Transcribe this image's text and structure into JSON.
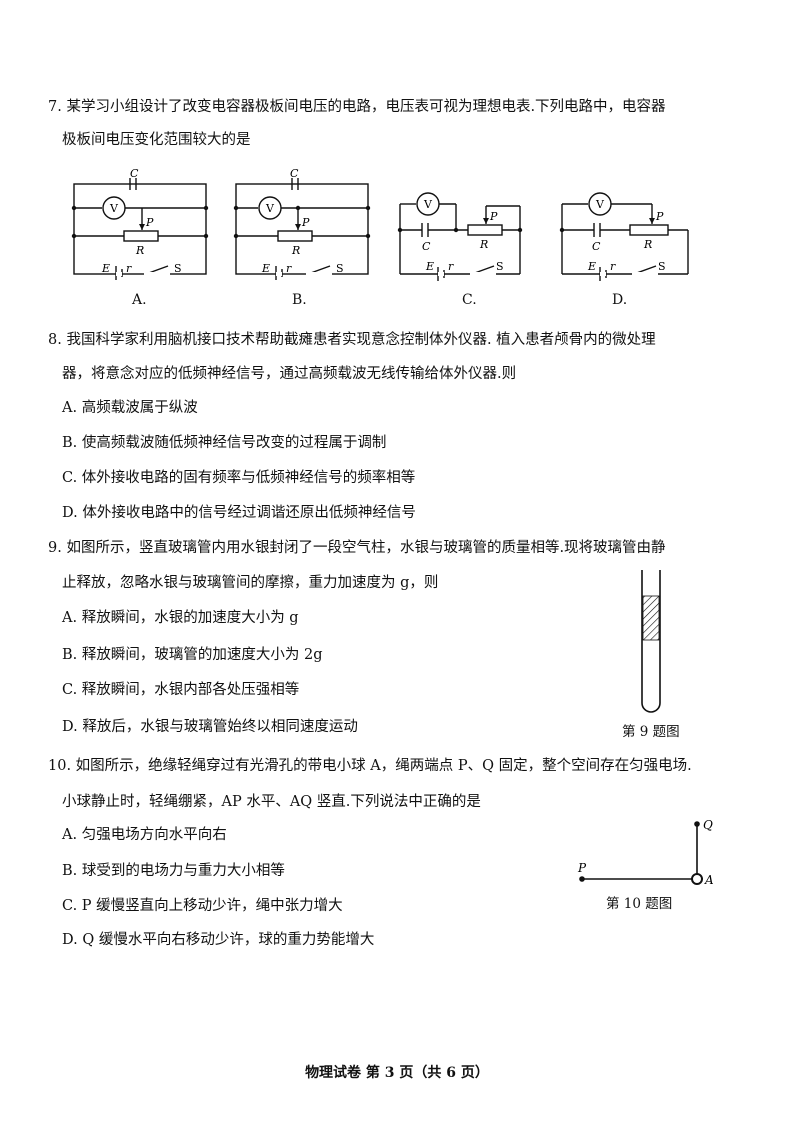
{
  "q7": {
    "line1": "7. 某学习小组设计了改变电容器极板间电压的电路，电压表可视为理想电表.下列电路中，电容器",
    "line2": "极板间电压变化范围较大的是",
    "circuit_labels": [
      "A.",
      "B.",
      "C.",
      "D."
    ],
    "symbols": {
      "c": "C",
      "v": "V",
      "p": "P",
      "r": "R",
      "e": "E",
      "rr": "r",
      "s": "S"
    }
  },
  "q8": {
    "line1": "8. 我国科学家利用脑机接口技术帮助截瘫患者实现意念控制体外仪器. 植入患者颅骨内的微处理",
    "line2": "器，将意念对应的低频神经信号，通过高频载波无线传输给体外仪器.则",
    "options": [
      "A. 高频载波属于纵波",
      "B. 使高频载波随低频神经信号改变的过程属于调制",
      "C. 体外接收电路的固有频率与低频神经信号的频率相等",
      "D. 体外接收电路中的信号经过调谐还原出低频神经信号"
    ]
  },
  "q9": {
    "line1": "9. 如图所示，竖直玻璃管内用水银封闭了一段空气柱，水银与玻璃管的质量相等.现将玻璃管由静",
    "line2": "止释放，忽略水银与玻璃管间的摩擦，重力加速度为 g，则",
    "options": [
      "A. 释放瞬间，水银的加速度大小为 g",
      "B. 释放瞬间，玻璃管的加速度大小为 2g",
      "C. 释放瞬间，水银内部各处压强相等",
      "D. 释放后，水银与玻璃管始终以相同速度运动"
    ],
    "figure_caption": "第 9 题图"
  },
  "q10": {
    "line1": "10. 如图所示，绝缘轻绳穿过有光滑孔的带电小球 A，绳两端点 P、Q 固定，整个空间存在匀强电场.",
    "line2": "小球静止时，轻绳绷紧，AP 水平、AQ 竖直.下列说法中正确的是",
    "options": [
      "A. 匀强电场方向水平向右",
      "B. 球受到的电场力与重力大小相等",
      "C. P 缓慢竖直向上移动少许，绳中张力增大",
      "D. Q 缓慢水平向右移动少许，球的重力势能增大"
    ],
    "figure_caption": "第 10 题图",
    "points": {
      "p": "P",
      "q": "Q",
      "a": "A"
    }
  },
  "footer": "物理试卷  第 3 页（共 6 页）"
}
